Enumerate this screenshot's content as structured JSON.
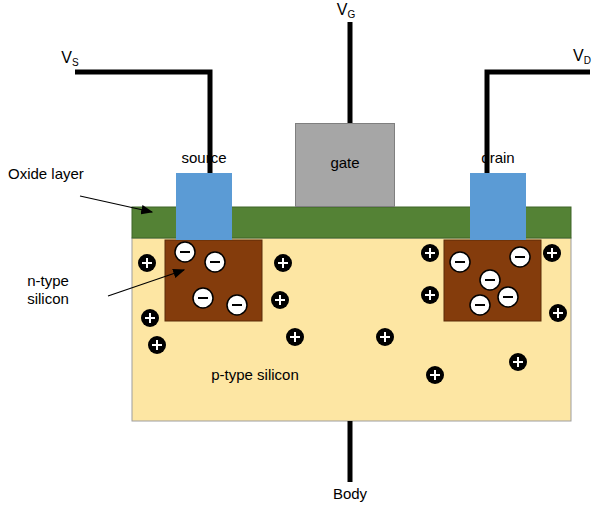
{
  "diagram": {
    "nodes": [
      {
        "text": [
          "p-type silicon"
        ]
      },
      {
        "text": [
          "source"
        ]
      },
      {
        "text": [
          "gate"
        ]
      },
      {
        "text": [
          "drain"
        ]
      }
    ],
    "labels": [
      "VS",
      "VG",
      "VD",
      "Oxide layer",
      "n-type silicon",
      "Body"
    ]
  }
}
